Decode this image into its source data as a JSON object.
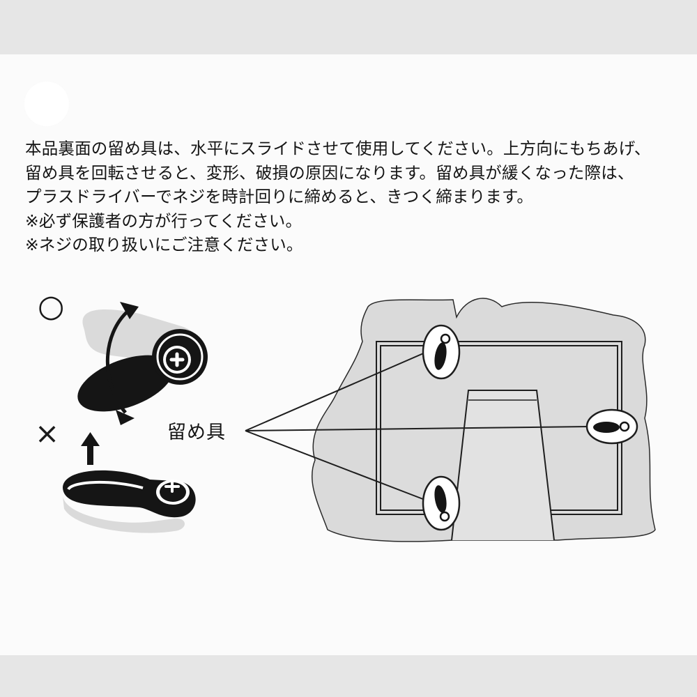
{
  "instructions": {
    "lines": [
      "本品裏面の留め具は、水平にスライドさせて使用してください。上方向にもちあげ、",
      "留め具を回転させると、変形、破損の原因になります。留め具が緩くなった際は、",
      "プラスドライバーでネジを時計回りに締めると、きつく締まります。",
      "※必ず保護者の方が行ってください。",
      "※ネジの取り扱いにご注意ください。"
    ]
  },
  "correct_mark": "○",
  "wrong_mark": "×",
  "fastener_label": "留め具",
  "colors": {
    "ink": "#141414",
    "shade": "#dadada",
    "card": "#fbfbfb"
  },
  "icons": {
    "rotate_ok": "rotate-arrow-icon",
    "lift_ng": "up-arrow-icon",
    "screw": "plus-screw-icon"
  }
}
